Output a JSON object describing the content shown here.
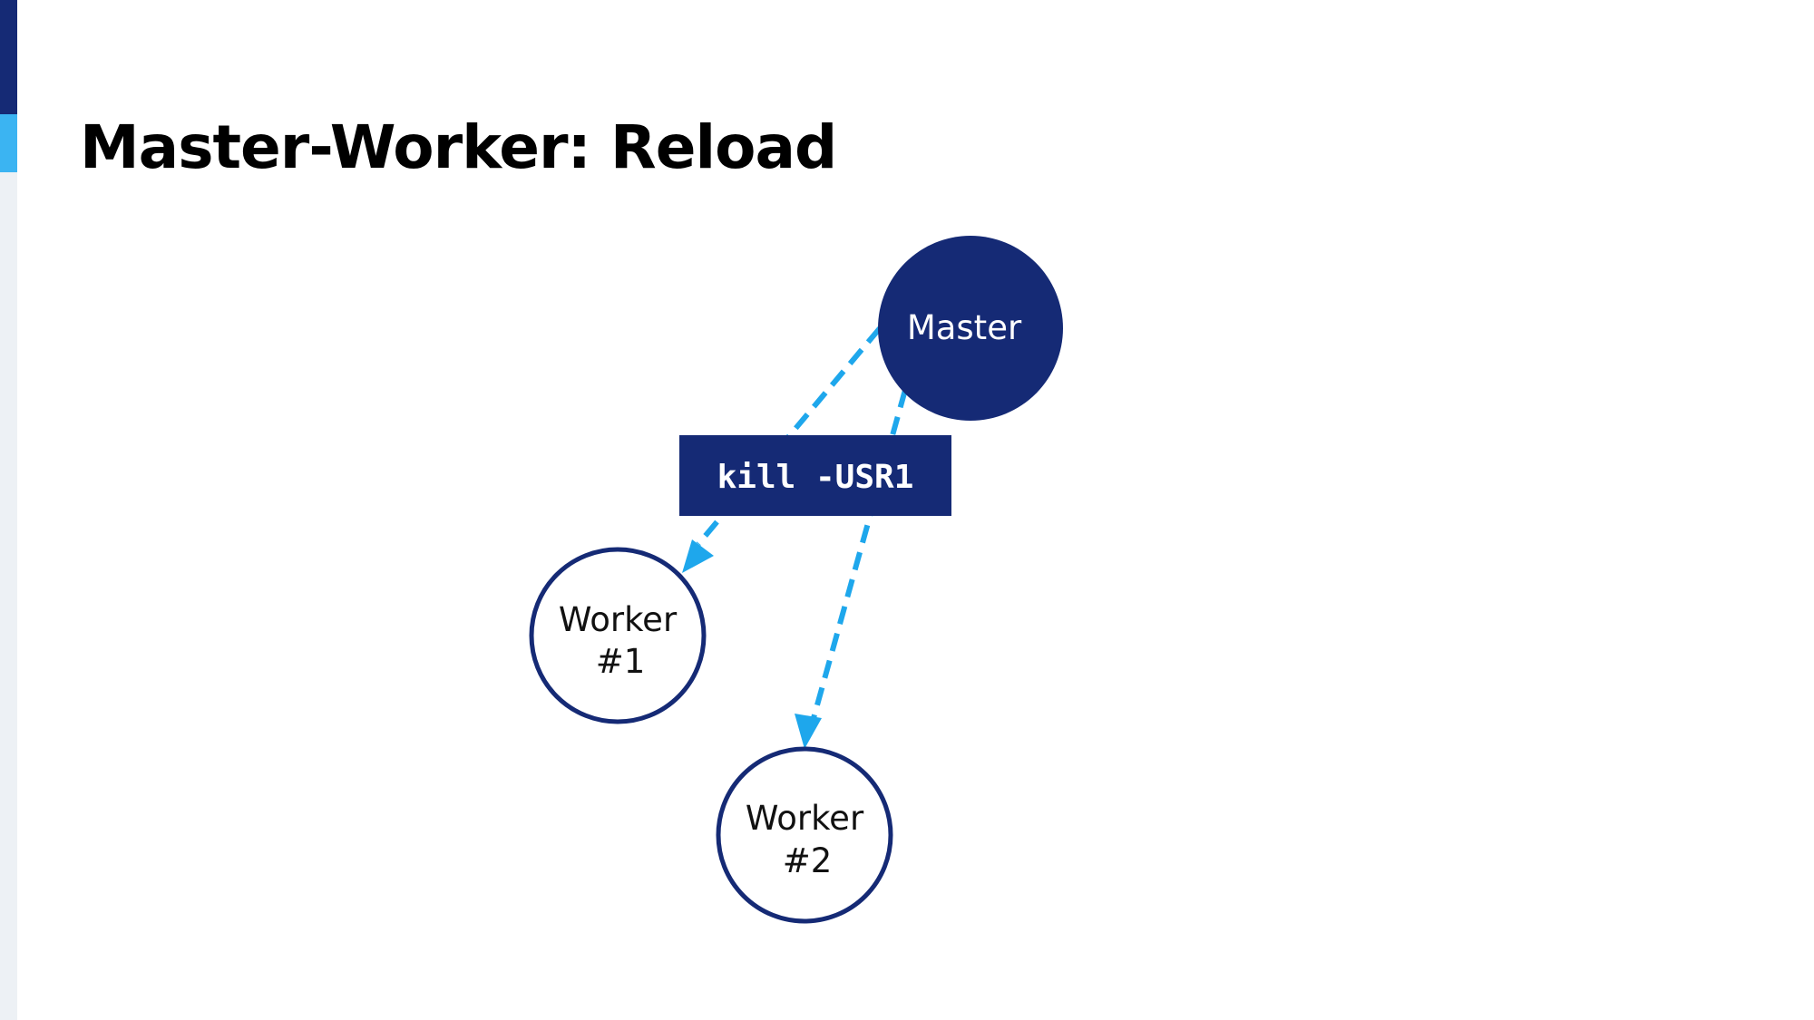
{
  "slide": {
    "title": "Master-Worker: Reload"
  },
  "diagram": {
    "nodes": {
      "master": {
        "label": "Master"
      },
      "worker1": {
        "line1": "Worker",
        "line2": "#1"
      },
      "worker2": {
        "line1": "Worker",
        "line2": "#2"
      }
    },
    "command": {
      "label": "kill -USR1"
    },
    "edges": [
      {
        "from": "Master",
        "to": "Worker #1",
        "style": "dashed"
      },
      {
        "from": "Master",
        "to": "Worker #2",
        "style": "dashed"
      }
    ]
  },
  "colors": {
    "navy": "#152a75",
    "arrow": "#1ea7ec",
    "accent_light": "#3bb4f2",
    "side_strip": "#edf1f5"
  }
}
